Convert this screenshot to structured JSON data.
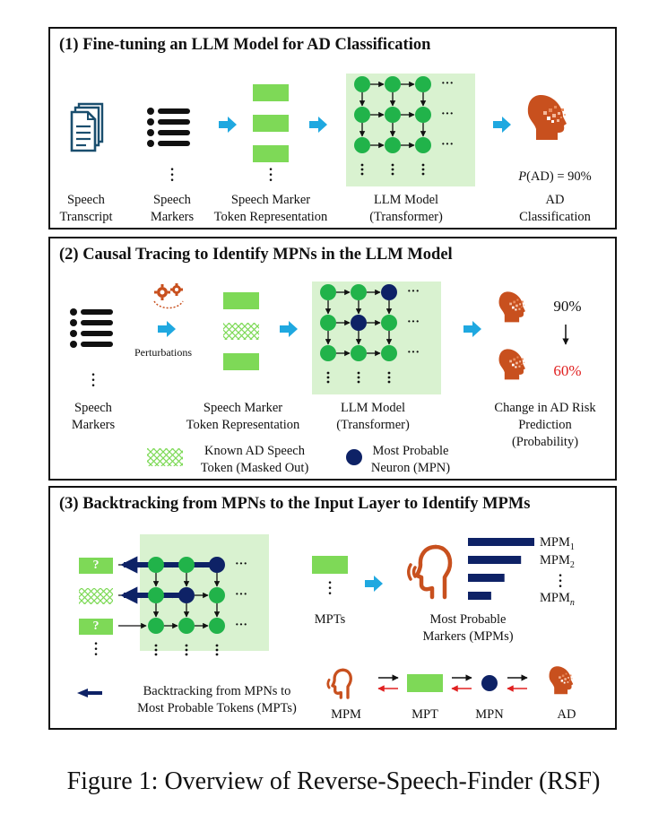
{
  "colors": {
    "green": "#7ed957",
    "node": "#21b34a",
    "mpn": "#0e2266",
    "arrow_blue": "#1fa8e0",
    "orange": "#c8501e",
    "panel_bg": "#d9f2d0",
    "red": "#e02020"
  },
  "panel1": {
    "title": "(1) Fine-tuning an LLM Model for AD Classification",
    "labels": {
      "transcript": [
        "Speech",
        "Transcript"
      ],
      "markers": [
        "Speech",
        "Markers"
      ],
      "token_rep": [
        "Speech Marker",
        "Token Representation"
      ],
      "llm": [
        "LLM Model",
        "(Transformer)"
      ],
      "ad": [
        "AD",
        "Classification"
      ]
    },
    "prob_prefix": "P",
    "prob_value": "(AD) = 90%",
    "icons": [
      "document-icon",
      "list-icon",
      "head-icon"
    ]
  },
  "panel2": {
    "title": "(2) Causal Tracing to Identify MPNs in the LLM Model",
    "perturbations": "Perturbations",
    "labels": {
      "markers": [
        "Speech",
        "Markers"
      ],
      "token_rep": [
        "Speech Marker",
        "Token Representation"
      ],
      "llm": [
        "LLM Model",
        "(Transformer)"
      ],
      "change": [
        "Change in AD Risk",
        "Prediction",
        "(Probability)"
      ]
    },
    "legend_masked": [
      "Known AD Speech",
      "Token (Masked Out)"
    ],
    "legend_mpn": [
      "Most Probable",
      "Neuron (MPN)"
    ],
    "prob_before": "90%",
    "prob_after": "60%",
    "icons": [
      "gears-icon",
      "list-icon",
      "head-icon"
    ]
  },
  "panel3": {
    "title": "(3) Backtracking from MPNs to the Input Layer to Identify MPMs",
    "question": "?",
    "mpts": "MPTs",
    "mpms": [
      "Most Probable",
      "Markers (MPMs)"
    ],
    "mpm_items": [
      {
        "base": "MPM",
        "sub": "1"
      },
      {
        "base": "MPM",
        "sub": "2"
      },
      {
        "base": "MPM",
        "sub": "n"
      }
    ],
    "mpm_bar_fractions": [
      1.0,
      0.8,
      0.55,
      0.35
    ],
    "backtrack_legend": [
      "Backtracking from MPNs to",
      "Most Probable Tokens (MPTs)"
    ],
    "chain": [
      "MPM",
      "MPT",
      "MPN",
      "AD"
    ],
    "icons": [
      "speaking-head-icon",
      "head-icon"
    ]
  },
  "caption": "Figure 1: Overview of Reverse-Speech-Finder (RSF)"
}
